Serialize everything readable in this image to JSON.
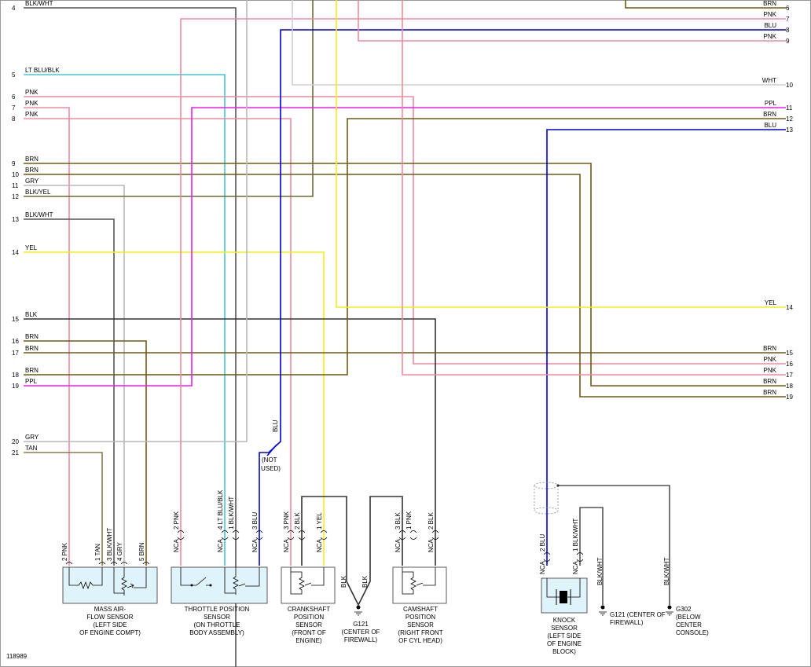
{
  "figure_id": "118989",
  "colors": {
    "BLK": "#333333",
    "BLK/WHT": "#555555",
    "BLK/YEL": "#6b6b3a",
    "BLU": "#0000d8",
    "BRN": "#6e5a16",
    "GRY": "#b9b9b9",
    "LT BLU/BLK": "#40c9d6",
    "PNK": "#f08aa0",
    "PPL": "#ee1ded",
    "TAN": "#8b7a4a",
    "WHT": "#cfcfcf",
    "YEL": "#f2ef18"
  },
  "left_pins": [
    {
      "n": "4",
      "label": "BLK/WHT"
    },
    {
      "n": "5",
      "label": "LT BLU/BLK"
    },
    {
      "n": "6",
      "label": "PNK"
    },
    {
      "n": "7",
      "label": "PNK"
    },
    {
      "n": "8",
      "label": "PNK"
    },
    {
      "n": "9",
      "label": "BRN"
    },
    {
      "n": "10",
      "label": "BRN"
    },
    {
      "n": "11",
      "label": "GRY"
    },
    {
      "n": "12",
      "label": "BLK/YEL"
    },
    {
      "n": "13",
      "label": "BLK/WHT"
    },
    {
      "n": "14",
      "label": "YEL"
    },
    {
      "n": "15",
      "label": "BLK"
    },
    {
      "n": "16",
      "label": "BRN"
    },
    {
      "n": "17",
      "label": "BRN"
    },
    {
      "n": "18",
      "label": "BRN"
    },
    {
      "n": "19",
      "label": "PPL"
    },
    {
      "n": "20",
      "label": "GRY"
    },
    {
      "n": "21",
      "label": "TAN"
    }
  ],
  "right_pins": [
    {
      "n": "6",
      "label": "BRN"
    },
    {
      "n": "7",
      "label": "PNK"
    },
    {
      "n": "8",
      "label": "BLU"
    },
    {
      "n": "9",
      "label": "PNK"
    },
    {
      "n": "10",
      "label": "WHT"
    },
    {
      "n": "11",
      "label": "PPL"
    },
    {
      "n": "12",
      "label": "BRN"
    },
    {
      "n": "13",
      "label": "BLU"
    },
    {
      "n": "14",
      "label": "YEL"
    },
    {
      "n": "15",
      "label": "BRN"
    },
    {
      "n": "16",
      "label": "PNK"
    },
    {
      "n": "17",
      "label": "PNK"
    },
    {
      "n": "18",
      "label": "BRN"
    },
    {
      "n": "19",
      "label": "BRN"
    }
  ],
  "connector_pins": [
    {
      "text": "2 PNK"
    },
    {
      "text": "1 TAN"
    },
    {
      "text": "3 BLK/WHT"
    },
    {
      "text": "4 GRY"
    },
    {
      "text": "5 BRN"
    },
    {
      "text": "NCA"
    },
    {
      "text": "2 PNK"
    },
    {
      "text": "NCA"
    },
    {
      "text": "4 LT BLU/BLK"
    },
    {
      "text": "1 BLK/WHT"
    },
    {
      "text": "NCA"
    },
    {
      "text": "3 BLU"
    },
    {
      "text": "NCA"
    },
    {
      "text": "3 PNK"
    },
    {
      "text": "2 BLK"
    },
    {
      "text": "NCA"
    },
    {
      "text": "1 YEL"
    },
    {
      "text": "NCA"
    },
    {
      "text": "3 BLK"
    },
    {
      "text": "1 PNK"
    },
    {
      "text": "NCA"
    },
    {
      "text": "2 BLK"
    },
    {
      "text": "NCA"
    },
    {
      "text": "2 BLU"
    },
    {
      "text": "NCA"
    },
    {
      "text": "1 BLK/WHT"
    }
  ],
  "wire_labels": [
    {
      "text": "BLU"
    },
    {
      "text": "BLK"
    },
    {
      "text": "BLK"
    },
    {
      "text": "BLK/WHT"
    },
    {
      "text": "BLK/WHT"
    }
  ],
  "not_used": [
    "(NOT",
    "USED)"
  ],
  "components": [
    {
      "name": "mass-air-flow-sensor",
      "lines": [
        "MASS AIR-",
        "FLOW SENSOR",
        "(LEFT SIDE",
        "OF ENGINE COMPT)"
      ]
    },
    {
      "name": "throttle-position-sensor",
      "lines": [
        "THROTTLE POSITION",
        "SENSOR",
        "(ON THROTTLE",
        "BODY ASSEMBLY)"
      ]
    },
    {
      "name": "crankshaft-position-sensor",
      "lines": [
        "CRANKSHAFT",
        "POSITION",
        "SENSOR",
        "(FRONT OF",
        "ENGINE)"
      ]
    },
    {
      "name": "g121-ground-firewall",
      "lines": [
        "G121",
        "(CENTER OF",
        "FIREWALL)"
      ]
    },
    {
      "name": "camshaft-position-sensor",
      "lines": [
        "CAMSHAFT",
        "POSITION",
        "SENSOR",
        "(RIGHT FRONT",
        "OF CYL HEAD)"
      ]
    },
    {
      "name": "knock-sensor",
      "lines": [
        "KNOCK",
        "SENSOR",
        "(LEFT SIDE",
        "OF ENGINE",
        "BLOCK)"
      ]
    },
    {
      "name": "g121-ground-right",
      "lines": [
        "G121 (CENTER OF",
        "FIREWALL)"
      ]
    },
    {
      "name": "g302-ground",
      "lines": [
        "G302",
        "(BELOW",
        "CENTER",
        "CONSOLE)"
      ]
    }
  ]
}
